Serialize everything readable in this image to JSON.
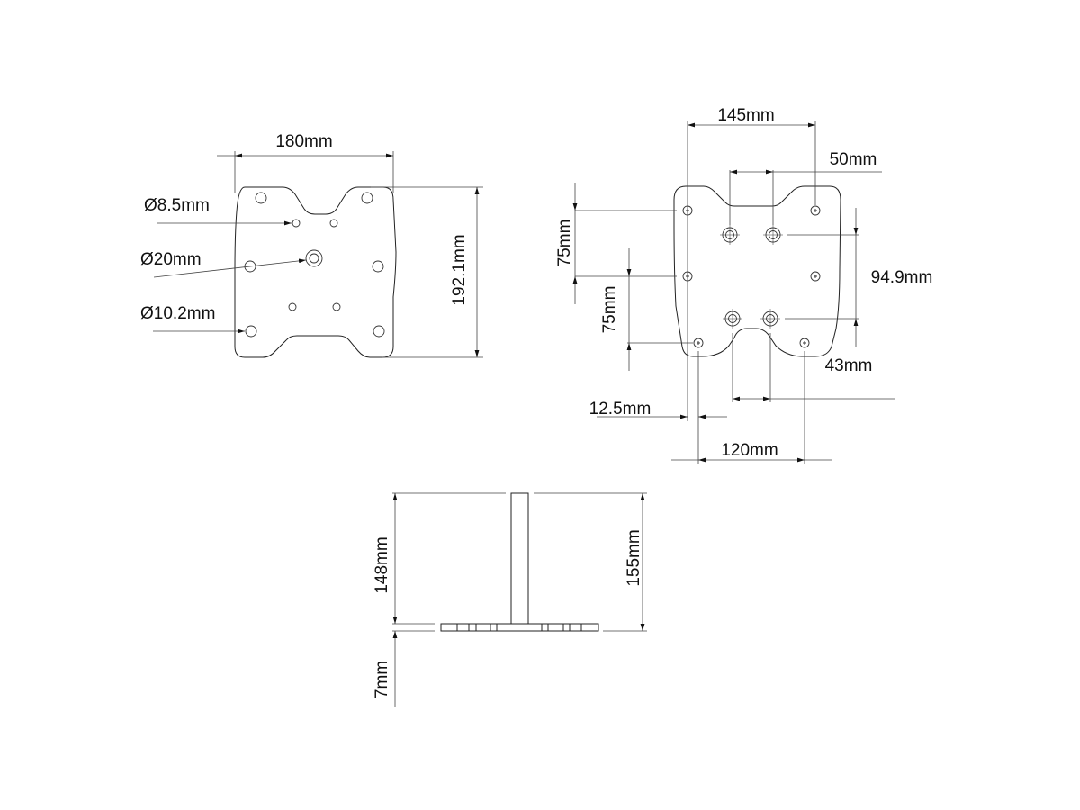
{
  "front_view": {
    "width_label": "180mm",
    "height_label": "192.1mm",
    "small_hole_label": "Ø8.5mm",
    "center_hole_label": "Ø20mm",
    "corner_hole_label": "Ø10.2mm"
  },
  "rear_view": {
    "outer_spacing_label": "145mm",
    "inner_top_spacing_label": "50mm",
    "inner_vertical_label": "94.9mm",
    "inner_bottom_spacing_label": "43mm",
    "upper_vertical_label": "75mm",
    "lower_vertical_label": "75mm",
    "offset_label": "12.5mm",
    "bottom_spacing_label": "120mm"
  },
  "side_view": {
    "pole_height_label": "148mm",
    "total_height_label": "155mm",
    "plate_thickness_label": "7mm"
  },
  "colors": {
    "line": "#222222",
    "background": "#ffffff"
  }
}
